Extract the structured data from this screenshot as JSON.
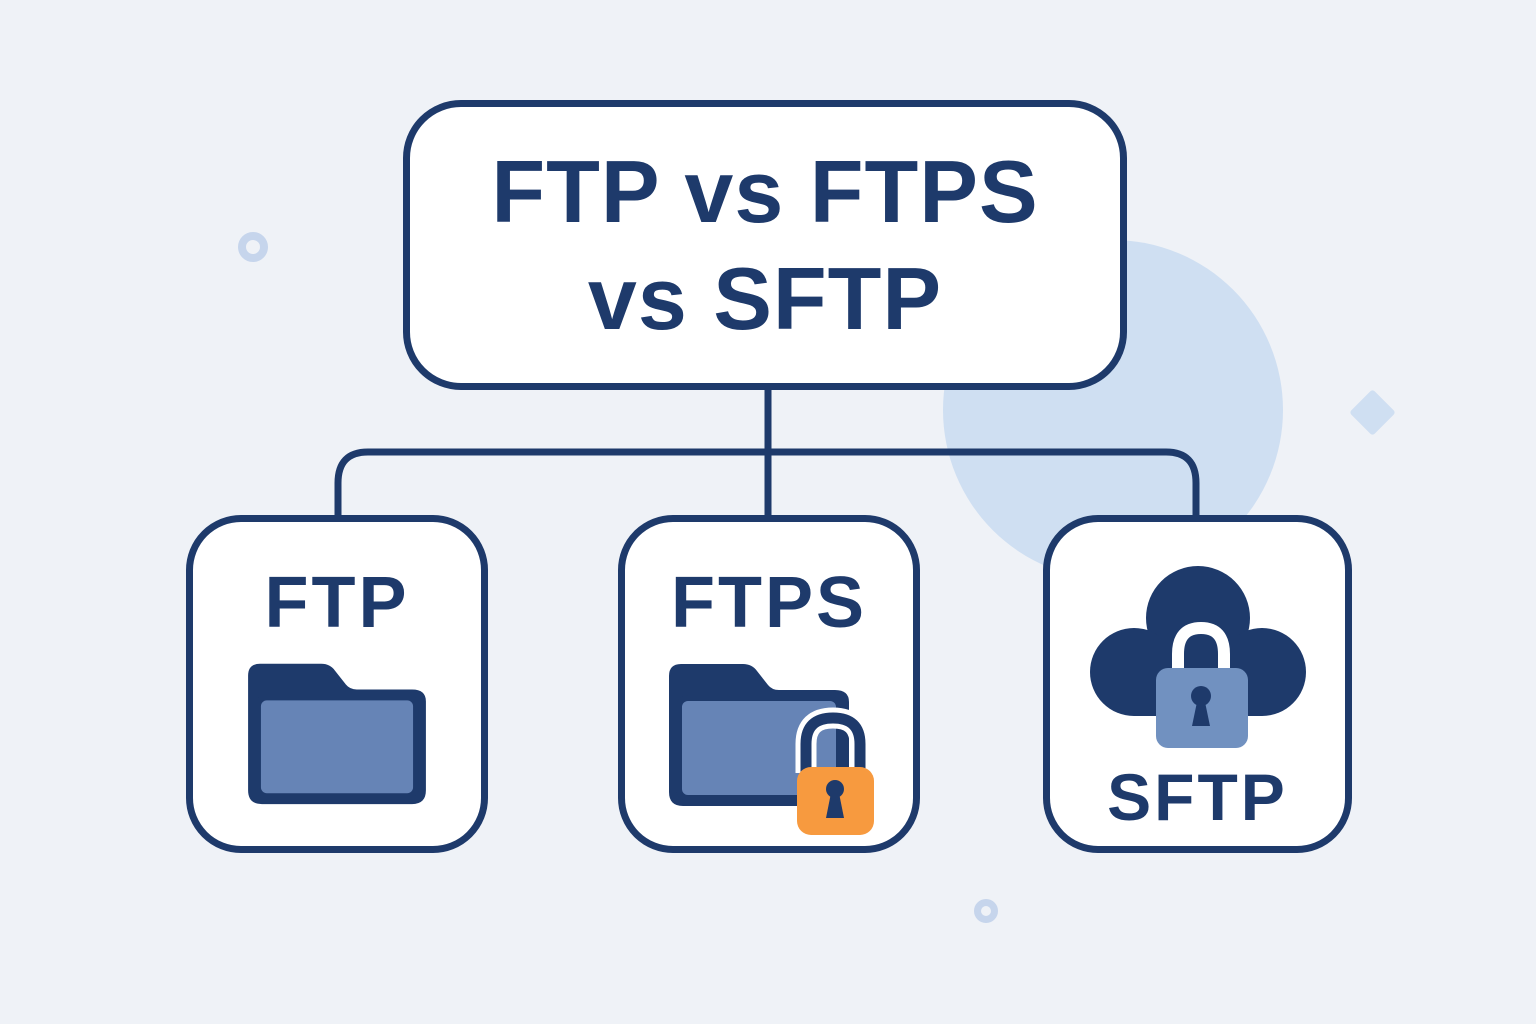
{
  "diagram": {
    "type": "hierarchy",
    "root": {
      "title_line1": "FTP vs FTPS",
      "title_line2": "vs SFTP"
    },
    "children": [
      {
        "label": "FTP",
        "icon": "folder-icon"
      },
      {
        "label": "FTPS",
        "icon": "folder-lock-icon"
      },
      {
        "label": "SFTP",
        "icon": "cloud-lock-icon"
      }
    ]
  },
  "colors": {
    "navy": "#1e3a6b",
    "box_fill": "#ffffff",
    "background": "#eff2f7",
    "folder_blue": "#6684b6",
    "lock_orange": "#f79a3f",
    "lock_blue": "#7191c0",
    "decor_ring": "#c6d5ec",
    "decor_shape": "#cfdff2"
  }
}
